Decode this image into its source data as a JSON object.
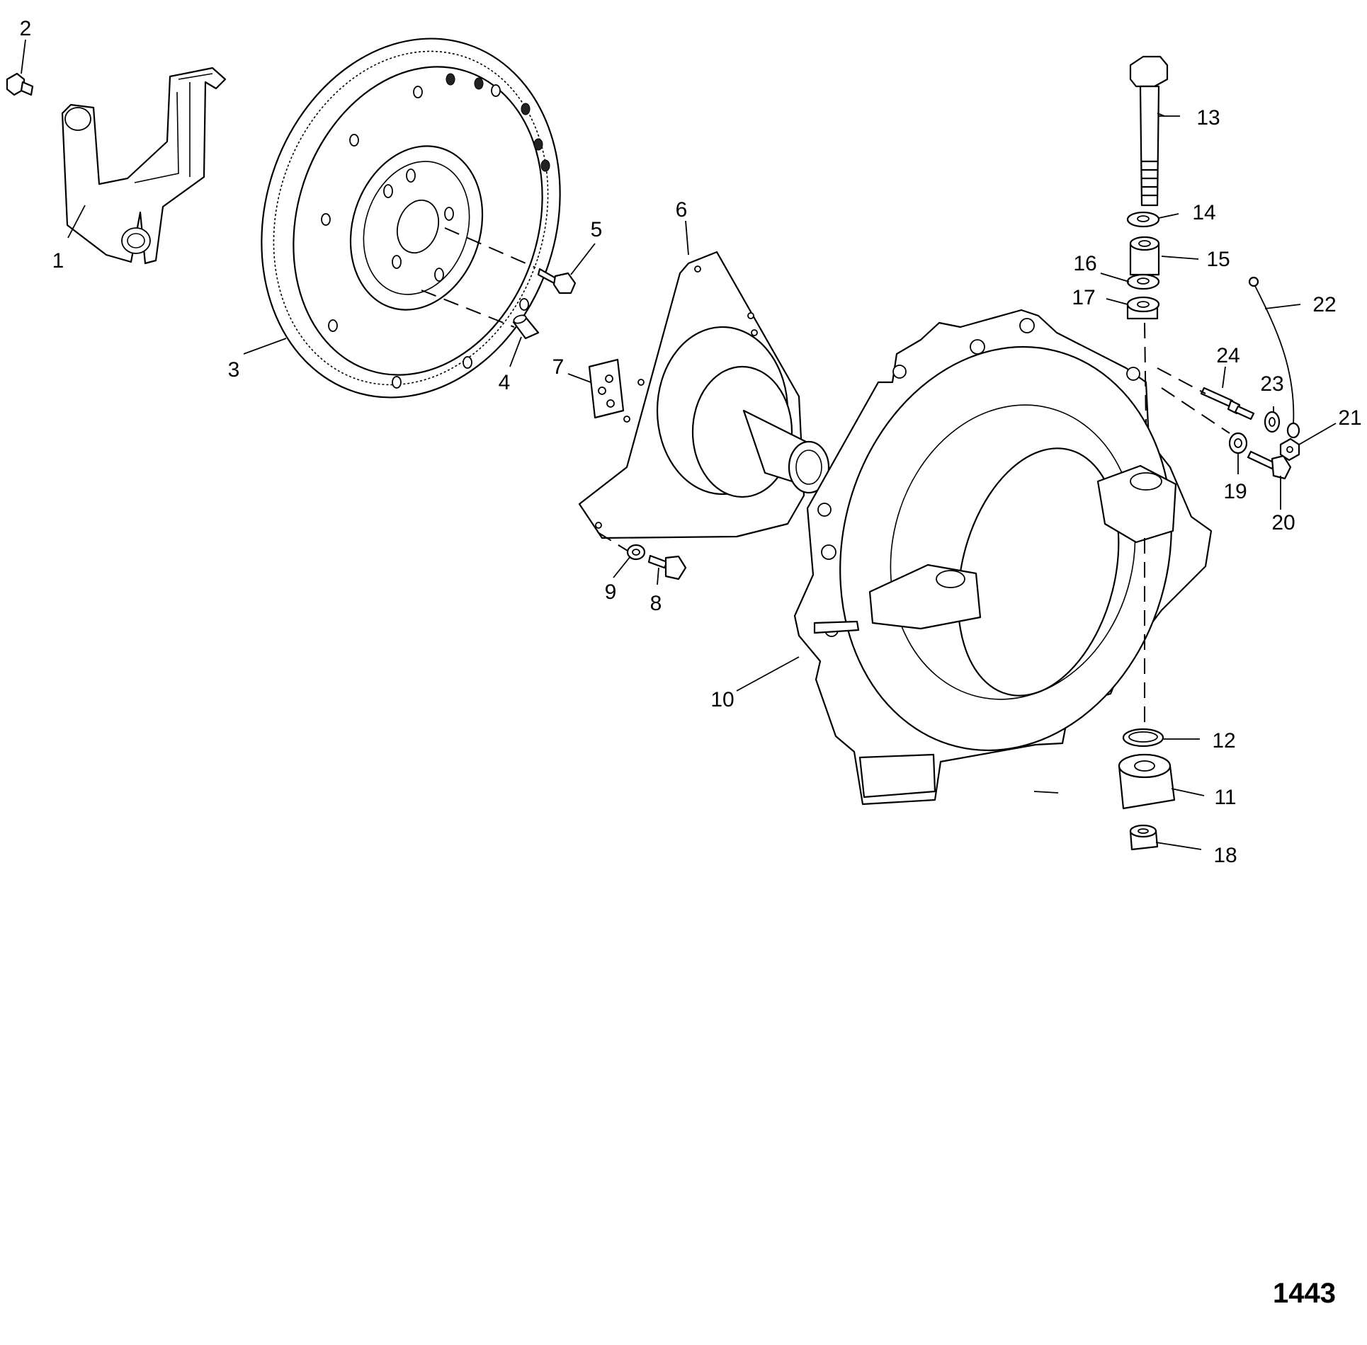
{
  "diagram": {
    "figure_number": "1443",
    "callouts": [
      {
        "id": "c1",
        "label": "1"
      },
      {
        "id": "c2",
        "label": "2"
      },
      {
        "id": "c3",
        "label": "3"
      },
      {
        "id": "c4",
        "label": "4"
      },
      {
        "id": "c5",
        "label": "5"
      },
      {
        "id": "c6",
        "label": "6"
      },
      {
        "id": "c7",
        "label": "7"
      },
      {
        "id": "c8",
        "label": "8"
      },
      {
        "id": "c9",
        "label": "9"
      },
      {
        "id": "c10",
        "label": "10"
      },
      {
        "id": "c11",
        "label": "11"
      },
      {
        "id": "c12",
        "label": "12"
      },
      {
        "id": "c13",
        "label": "13"
      },
      {
        "id": "c14",
        "label": "14"
      },
      {
        "id": "c15",
        "label": "15"
      },
      {
        "id": "c16",
        "label": "16"
      },
      {
        "id": "c17",
        "label": "17"
      },
      {
        "id": "c18",
        "label": "18"
      },
      {
        "id": "c19",
        "label": "19"
      },
      {
        "id": "c20",
        "label": "20"
      },
      {
        "id": "c21",
        "label": "21"
      },
      {
        "id": "c22",
        "label": "22"
      },
      {
        "id": "c23",
        "label": "23"
      },
      {
        "id": "c24",
        "label": "24"
      }
    ]
  }
}
